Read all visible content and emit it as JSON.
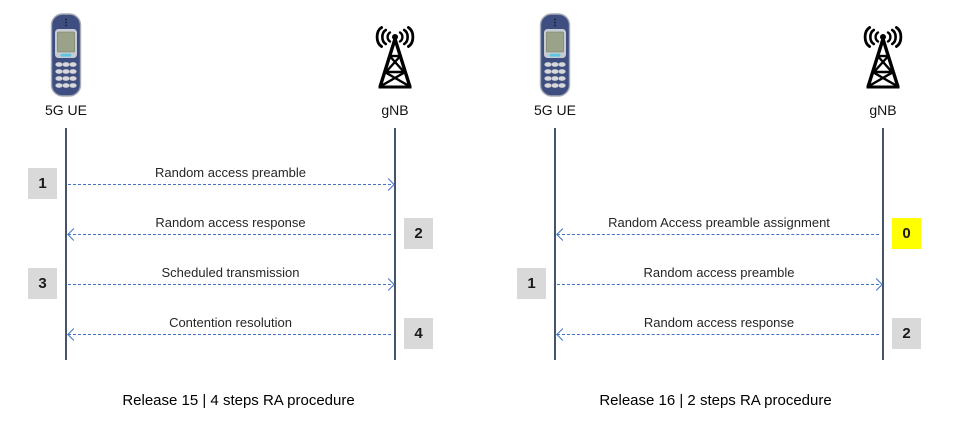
{
  "colors": {
    "arrow": "#4472C4",
    "lifeline": "#44546A",
    "badge_gray": "#D9D9D9",
    "badge_yellow": "#FFFF00",
    "message_text": "#262626"
  },
  "icons": {
    "ue": "phone-icon",
    "gnb": "cell-tower-icon"
  },
  "diagrams": [
    {
      "id": "release15",
      "ue_label": "5G UE",
      "gnb_label": "gNB",
      "caption": "Release 15 | 4 steps RA procedure",
      "messages": [
        {
          "step": "1",
          "label": "Random access preamble",
          "direction": "to_gnb",
          "badge_side": "left",
          "badge_color": "gray",
          "row": 0
        },
        {
          "step": "2",
          "label": "Random access response",
          "direction": "to_ue",
          "badge_side": "right",
          "badge_color": "gray",
          "row": 1
        },
        {
          "step": "3",
          "label": "Scheduled transmission",
          "direction": "to_gnb",
          "badge_side": "left",
          "badge_color": "gray",
          "row": 2
        },
        {
          "step": "4",
          "label": "Contention resolution",
          "direction": "to_ue",
          "badge_side": "right",
          "badge_color": "gray",
          "row": 3
        }
      ]
    },
    {
      "id": "release16",
      "ue_label": "5G UE",
      "gnb_label": "gNB",
      "caption": "Release 16 | 2 steps RA procedure",
      "messages": [
        {
          "step": "0",
          "label": "Random Access preamble assignment",
          "direction": "to_ue",
          "badge_side": "right",
          "badge_color": "yellow",
          "row": 1
        },
        {
          "step": "1",
          "label": "Random access preamble",
          "direction": "to_gnb",
          "badge_side": "left",
          "badge_color": "gray",
          "row": 2
        },
        {
          "step": "2",
          "label": "Random access response",
          "direction": "to_ue",
          "badge_side": "right",
          "badge_color": "gray",
          "row": 3
        }
      ]
    }
  ]
}
